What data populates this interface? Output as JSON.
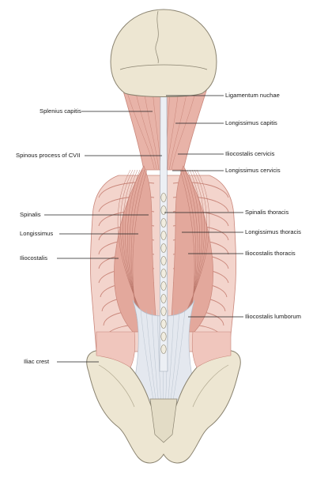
{
  "figure": {
    "colors": {
      "bone": "#ede6d2",
      "bone_edge": "#8a8370",
      "muscle": "#e8b3a8",
      "muscle_dark": "#c9867a",
      "tendon": "#e4e8ef",
      "tendon_line": "#b6bfcc",
      "rib_shadow": "#d99f94",
      "leader": "#222222"
    },
    "labels_left": {
      "splenius_capitis": "Splenius capitis",
      "spinous_process_cvii": "Spinous process of CVII",
      "spinalis": "Spinalis",
      "longissimus": "Longissimus",
      "iliocostalis": "Iliocostalis",
      "iliac_crest": "Iliac crest"
    },
    "labels_right": {
      "ligamentum_nuchae": "Ligamentum nuchae",
      "longissimus_capitis": "Longissimus capitis",
      "iliocostalis_cervicis": "Iliocostalis cervicis",
      "longissimus_cervicis": "Longissimus cervicis",
      "spinalis_thoracis": "Spinalis thoracis",
      "longissimus_thoracis": "Longissimus thoracis",
      "iliocostalis_thoracis": "Iliocostalis thoracis",
      "iliocostalis_lumborum": "Iliocostalis lumborum"
    }
  }
}
